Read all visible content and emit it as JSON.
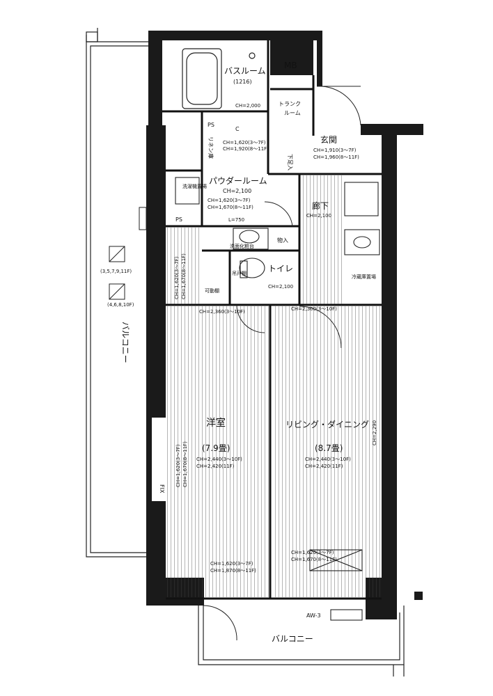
{
  "rooms": {
    "bathroom": {
      "name": "バスルーム",
      "size": "(1216)",
      "ch": "CH=2,000"
    },
    "mb": {
      "name": "MB"
    },
    "trunk_room": {
      "line1": "トランク",
      "line2": "ルーム"
    },
    "entrance": {
      "name": "玄関",
      "ch1": "CH=1,910(3〜7F)",
      "ch2": "CH=1,960(8〜11F)"
    },
    "shoe_box": {
      "name": "下足入"
    },
    "linen": {
      "name": "リネン庫"
    },
    "linen_ch1": "CH=1,620(3〜7F)",
    "linen_ch2": "CH=1,920(8〜11F)",
    "ps_top": "PS",
    "c_mark": "C",
    "powder_room": {
      "name": "パウダールーム",
      "ch": "CH=2,100",
      "ch1": "CH=1,620(3〜7F)",
      "ch2": "CH=1,670(8〜11F)",
      "l": "L=750"
    },
    "laundry": {
      "name": "洗濯機置場"
    },
    "ps_mid": "PS",
    "hall": {
      "name": "廊下",
      "ch": "CH=2,100"
    },
    "storage": {
      "name": "物入"
    },
    "toilet": {
      "name": "トイレ",
      "ch": "CH=2,100"
    },
    "cupboard": {
      "name": "吊戸棚"
    },
    "movable_shelf": {
      "name": "可動棚"
    },
    "fridge": {
      "name": "冷蔵庫置場"
    },
    "washbasin": {
      "name": "洗面化粧台"
    },
    "western_room": {
      "name": "洋室",
      "size": "(7.9畳)",
      "ch1": "CH=2,440(3〜10F)",
      "ch2": "CH=2,420(11F)"
    },
    "living": {
      "name": "リビング・ダイニング",
      "size": "(8.7畳)",
      "ch1": "CH=2,440(3〜10F)",
      "ch2": "CH=2,420(11F)"
    },
    "ch_2360_left": "CH=2,360(3〜10F)",
    "ch_2300_right": "CH=2,300(3〜10F)",
    "ch_2290": "CH=2,290",
    "west_wall_ch1": "CH=1,620(3〜7F)",
    "west_wall_ch2": "CH=1,670(8〜11F)",
    "west_low_ch1": "CH=1,620(3〜7F)",
    "west_low_ch2": "CH=1,670(8〜11F)",
    "window_ch1": "CH=1,620(3〜7F)",
    "window_ch2": "CH=1,870(8〜11F)",
    "liv_low_ch1": "CH=1,620(3〜7F)",
    "liv_low_ch2": "CH=1,670(8〜11F)",
    "fix": "FIX"
  },
  "balcony_side": {
    "name": "バルコニー",
    "note1": "(3,5,7,9,11F)",
    "note2": "(4,6,8,10F)"
  },
  "balcony_bottom": {
    "name": "バルコニー"
  },
  "aw": "AW-3"
}
